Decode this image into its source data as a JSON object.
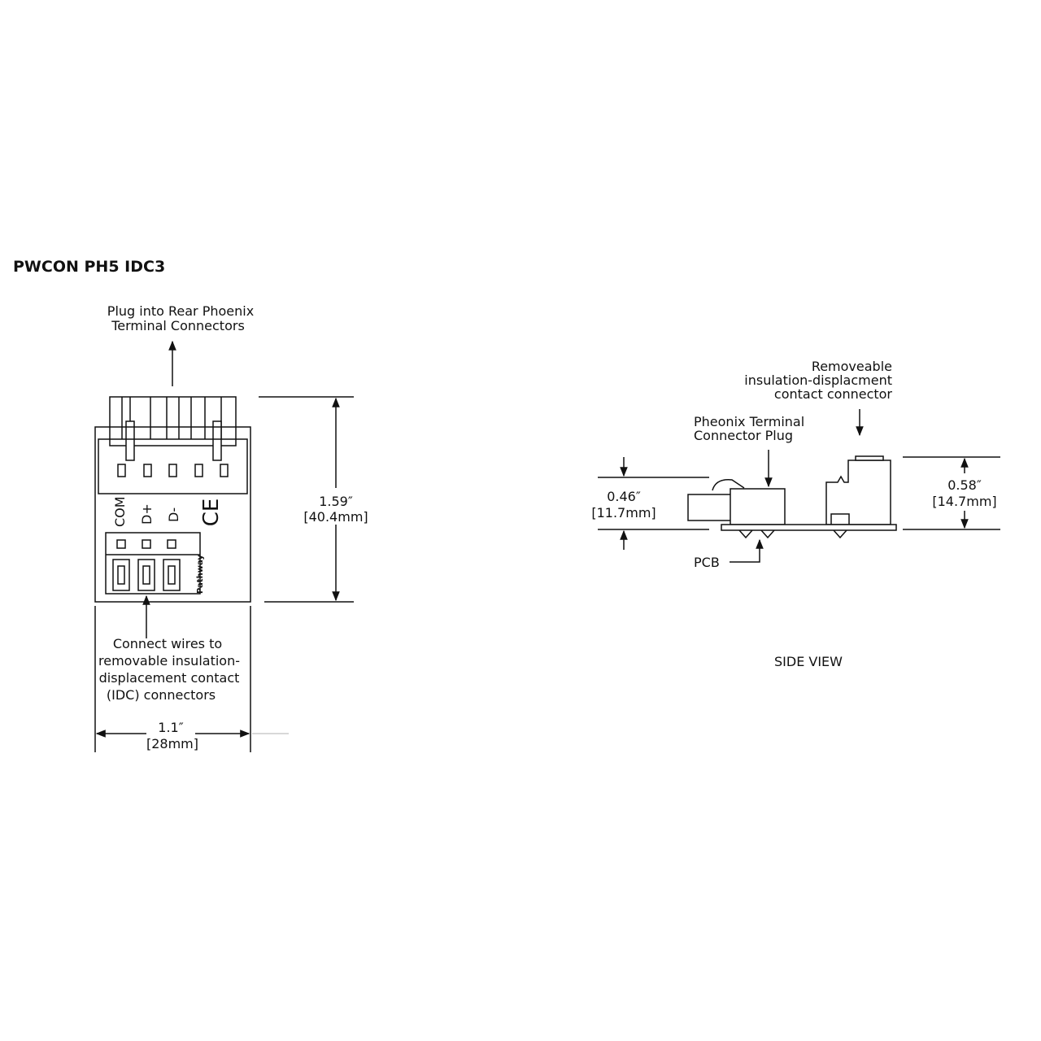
{
  "title": "PWCON PH5 IDC3",
  "front_view": {
    "top_callout": [
      "Plug into Rear Phoenix",
      "Terminal Connectors"
    ],
    "terminal_labels": [
      "COM",
      "D+",
      "D-"
    ],
    "ce_mark": "CE",
    "brand_logo": "Pathway",
    "bottom_callout": [
      "Connect wires to",
      "removable insulation-",
      "displacement contact",
      "(IDC) connectors"
    ],
    "height_dim": {
      "inches": "1.59″",
      "mm": "[40.4mm]"
    },
    "width_dim": {
      "inches": "1.1″",
      "mm": "[28mm]"
    }
  },
  "side_view": {
    "idc_callout": [
      "Removeable",
      "insulation-displacment",
      "contact connector"
    ],
    "plug_callout": [
      "Pheonix Terminal",
      "Connector Plug"
    ],
    "pcb_label": "PCB",
    "left_dim": {
      "inches": "0.46″",
      "mm": "[11.7mm]"
    },
    "right_dim": {
      "inches": "0.58″",
      "mm": "[14.7mm]"
    },
    "caption": "SIDE VIEW"
  }
}
